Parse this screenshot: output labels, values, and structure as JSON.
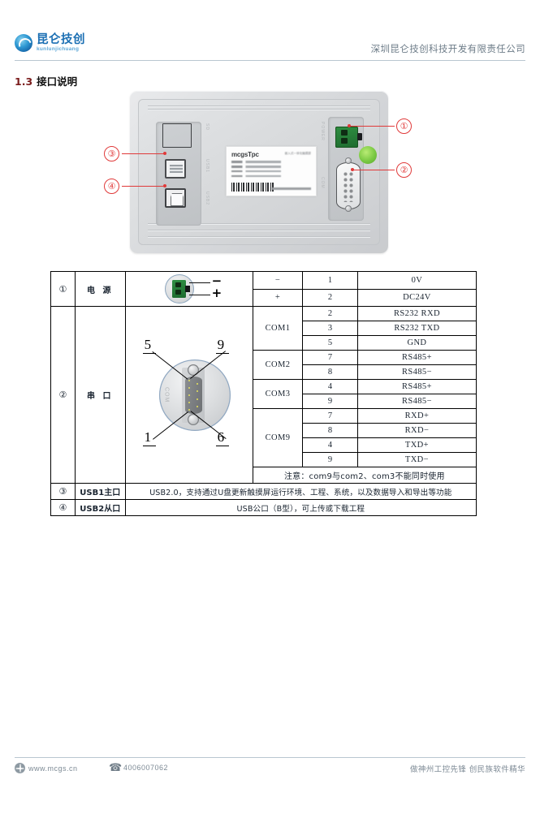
{
  "header": {
    "logo_cn": "昆仑技创",
    "logo_en": "kunlunjichuang",
    "company": "深圳昆仑技创科技开发有限责任公司"
  },
  "section": {
    "number": "1.3",
    "title": "接口说明"
  },
  "device": {
    "label_brand": "mcgsTpc",
    "side_labels": [
      "SD",
      "USB1",
      "USB2",
      "POWER",
      "COM"
    ],
    "callouts": [
      {
        "marker": "①",
        "target": "power-connector"
      },
      {
        "marker": "②",
        "target": "db9-serial-port"
      },
      {
        "marker": "③",
        "target": "usb-a-host-port"
      },
      {
        "marker": "④",
        "target": "usb-b-device-port"
      }
    ]
  },
  "table": {
    "power": {
      "index": "①",
      "name": "电 源",
      "figure_signs": {
        "minus": "−",
        "plus": "+"
      },
      "rows": [
        {
          "com": "−",
          "pin": "1",
          "signal": "0V"
        },
        {
          "com": "+",
          "pin": "2",
          "signal": "DC24V"
        }
      ]
    },
    "serial": {
      "index": "②",
      "name": "串 口",
      "figure_pins": {
        "top_left": "5",
        "top_right": "9",
        "bottom_left": "1",
        "bottom_right": "6"
      },
      "figure_side_label": "COM",
      "groups": [
        {
          "com": "COM1",
          "rows": [
            {
              "pin": "2",
              "signal": "RS232  RXD"
            },
            {
              "pin": "3",
              "signal": "RS232  TXD"
            },
            {
              "pin": "5",
              "signal": "GND"
            }
          ]
        },
        {
          "com": "COM2",
          "rows": [
            {
              "pin": "7",
              "signal": "RS485+"
            },
            {
              "pin": "8",
              "signal": "RS485−"
            }
          ]
        },
        {
          "com": "COM3",
          "rows": [
            {
              "pin": "4",
              "signal": "RS485+"
            },
            {
              "pin": "9",
              "signal": "RS485−"
            }
          ]
        },
        {
          "com": "COM9",
          "rows": [
            {
              "pin": "7",
              "signal": "RXD+"
            },
            {
              "pin": "8",
              "signal": "RXD−"
            },
            {
              "pin": "4",
              "signal": "TXD+"
            },
            {
              "pin": "9",
              "signal": "TXD−"
            }
          ]
        }
      ],
      "note": "注意：com9与com2、com3不能同时使用"
    },
    "usb1": {
      "index": "③",
      "name": "USB1主口",
      "description": "USB2.0，支持通过U盘更新触摸屏运行环境、工程、系统，以及数据导入和导出等功能"
    },
    "usb2": {
      "index": "④",
      "name": "USB2从口",
      "description": "USB公口（B型），可上传或下载工程"
    }
  },
  "footer": {
    "website": "www.mcgs.cn",
    "phone": "4006007062",
    "slogan": "做神州工控先锋  创民族软件精华"
  },
  "colors": {
    "brand_blue": "#1b6fb3",
    "callout_red": "#e03a3a",
    "section_number": "#7b1c1c",
    "rule_gray": "#b9c6d0",
    "connector_green": "#2f8f42"
  }
}
